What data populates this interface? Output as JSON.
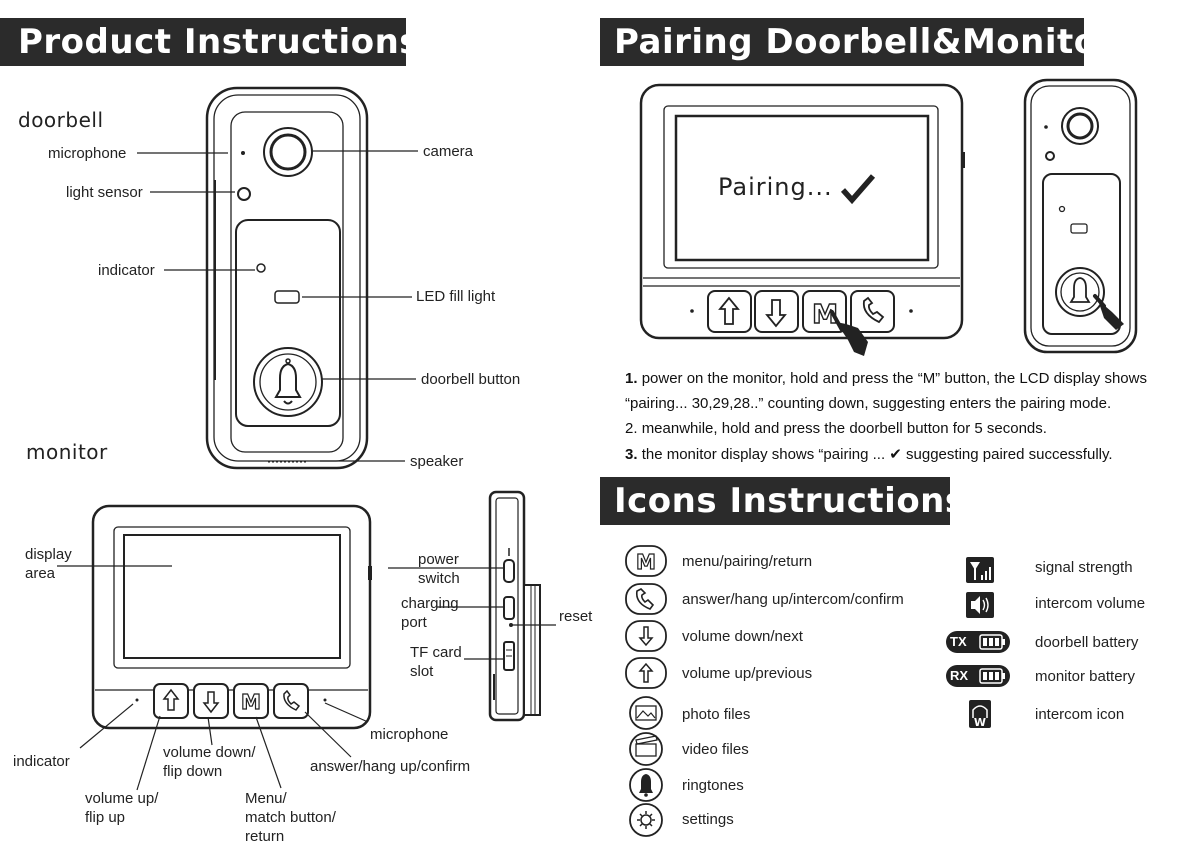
{
  "left": {
    "banner": "Product Instructions",
    "doorbell_heading": "doorbell",
    "monitor_heading": "monitor",
    "doorbell_labels": {
      "microphone": "microphone",
      "light_sensor": "light sensor",
      "indicator": "indicator",
      "camera": "camera",
      "led_fill_light": "LED fill light",
      "doorbell_button": "doorbell button",
      "speaker": "speaker"
    },
    "monitor_labels": {
      "display_area": [
        "display",
        "area"
      ],
      "power_switch": [
        "power",
        "switch"
      ],
      "charging_port": [
        "charging",
        "port"
      ],
      "reset": "reset",
      "tf_card_slot": [
        "TF card",
        "slot"
      ],
      "microphone": "microphone",
      "indicator": "indicator",
      "volume_down": [
        "volume down/",
        "flip down"
      ],
      "answer": "answer/hang up/confirm",
      "volume_up": [
        "volume up/",
        "flip up"
      ],
      "menu": [
        "Menu/",
        "match button/",
        "return"
      ]
    }
  },
  "right": {
    "banner": "Pairing Doorbell&Monitor",
    "screen_text": "Pairing...",
    "steps": [
      {
        "num": "1.",
        "text": "power on the monitor, hold and press the “M” button, the LCD display shows"
      },
      {
        "num": "",
        "text": "“pairing... 30,29,28..” counting down, suggesting enters the pairing mode."
      },
      {
        "num": "2.",
        "text": "meanwhile, hold and press the doorbell button for 5 seconds."
      },
      {
        "num": "3.",
        "text": "the monitor display shows “pairing ...  ✔ suggesting paired successfully."
      }
    ],
    "icons_banner": "Icons Instructions",
    "icons_left": [
      {
        "icon": "m-menu-icon",
        "label": "menu/pairing/return"
      },
      {
        "icon": "phone-icon",
        "label": "answer/hang up/intercom/confirm"
      },
      {
        "icon": "arrow-down-icon",
        "label": "volume down/next"
      },
      {
        "icon": "arrow-up-icon",
        "label": "volume up/previous"
      },
      {
        "icon": "photo-icon",
        "label": "photo files"
      },
      {
        "icon": "video-icon",
        "label": "video files"
      },
      {
        "icon": "bell-icon",
        "label": "ringtones"
      },
      {
        "icon": "gear-icon",
        "label": "settings"
      }
    ],
    "icons_right": [
      {
        "icon": "signal-icon",
        "label": "signal strength"
      },
      {
        "icon": "speaker-icon",
        "label": "intercom volume"
      },
      {
        "icon": "tx-battery-icon",
        "badge": "TX",
        "label": "doorbell battery"
      },
      {
        "icon": "rx-battery-icon",
        "badge": "RX",
        "label": "monitor battery"
      },
      {
        "icon": "intercom-icon",
        "label": "intercom icon"
      }
    ]
  }
}
